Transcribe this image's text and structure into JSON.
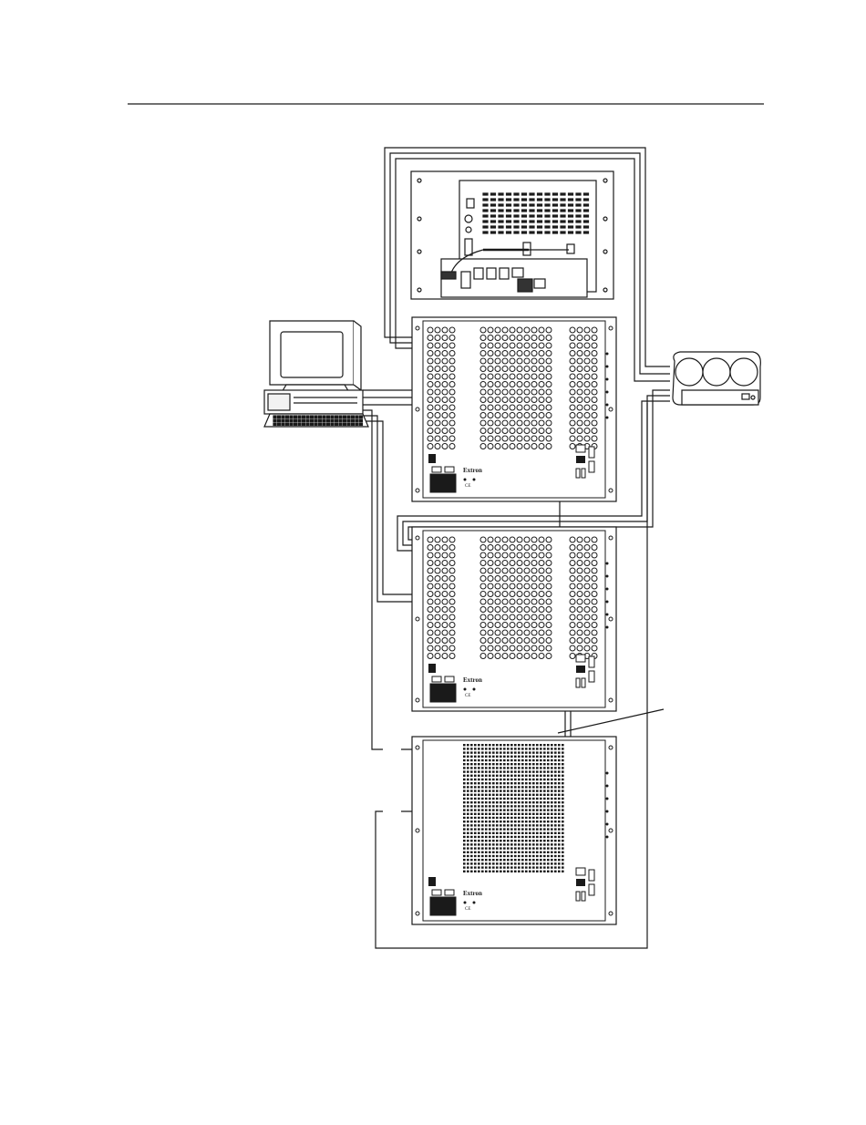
{
  "diagram": {
    "brand_label": "Extron",
    "ce_mark": "CE",
    "colors": {
      "ink": "#1a1a1a",
      "paper": "#ffffff",
      "panel_fill": "#f2f2f2",
      "dark": "#333333"
    },
    "components": {
      "monitor_computer": "computer-workstation",
      "controller_unit": "control-processor-rear-panel",
      "projector": "projector",
      "matrix_units": [
        "matrix-switcher-1",
        "matrix-switcher-2",
        "matrix-switcher-3"
      ]
    }
  }
}
